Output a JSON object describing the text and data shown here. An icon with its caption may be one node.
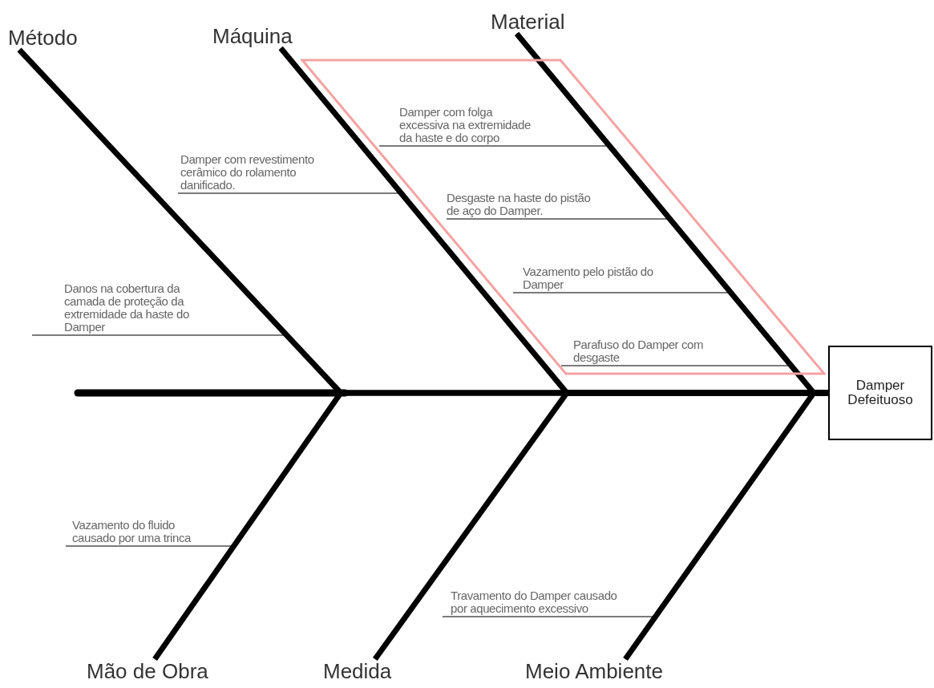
{
  "diagram": {
    "nodes": [
      {
        "text": [
          "Método"
        ]
      },
      {
        "text": [
          "Máquina"
        ]
      },
      {
        "text": [
          "Material"
        ]
      },
      {
        "text": [],
        "shape": "parallelogram"
      },
      {
        "text": [
          "Damper com folga excessiva na extremidade da haste e do corpo"
        ],
        "in": 3
      },
      {
        "text": [
          "Damper com revestimento cerâmico do rolamento danificado."
        ]
      },
      {
        "text": [
          "Desgaste na haste do pistão de aço do Damper."
        ],
        "in": 3
      },
      {
        "text": [
          "Vazamento pelo pistão do Damper"
        ],
        "in": 3
      },
      {
        "text": [
          "Danos na cobertura da camada de proteção da extremidade da haste do Damper"
        ]
      },
      {
        "text": [
          "Parafuso do Damper com desgaste"
        ],
        "in": 3
      },
      {
        "text": [
          "Damper Defeituoso"
        ]
      },
      {
        "text": [
          "Vazamento do fluido causado por uma trinca"
        ]
      },
      {
        "text": [
          "Travamento do Damper causado por aquecimento excessivo"
        ]
      },
      {
        "text": [
          "Mão de Obra"
        ]
      },
      {
        "text": [
          "Medida"
        ]
      },
      {
        "text": [
          "Meio Ambiente"
        ]
      }
    ],
    "edges": [
      {
        "from": 8,
        "to": 0,
        "arrow": "none"
      },
      {
        "from": 5,
        "to": 1,
        "arrow": "none"
      },
      {
        "from": 4,
        "to": 2,
        "arrow": "none"
      },
      {
        "from": 6,
        "to": 2,
        "arrow": "none"
      },
      {
        "from": 7,
        "to": 2,
        "arrow": "none"
      },
      {
        "from": 9,
        "to": 2,
        "arrow": "none"
      },
      {
        "from": 11,
        "to": 13,
        "arrow": "none"
      },
      {
        "from": 12,
        "to": 15,
        "arrow": "none"
      },
      {
        "from": 0,
        "to": 10,
        "arrow": "none",
        "style": "thick",
        "color": "#000000"
      },
      {
        "from": 1,
        "to": 10,
        "arrow": "none",
        "style": "thick",
        "color": "#000000"
      },
      {
        "from": 2,
        "to": 10,
        "arrow": "none",
        "style": "thick",
        "color": "#000000"
      },
      {
        "from": 13,
        "to": 10,
        "arrow": "none",
        "style": "thick",
        "color": "#000000"
      },
      {
        "from": 14,
        "to": 10,
        "arrow": "none",
        "style": "thick",
        "color": "#000000"
      },
      {
        "from": 15,
        "to": 10,
        "arrow": "none",
        "style": "thick",
        "color": "#000000"
      }
    ]
  }
}
